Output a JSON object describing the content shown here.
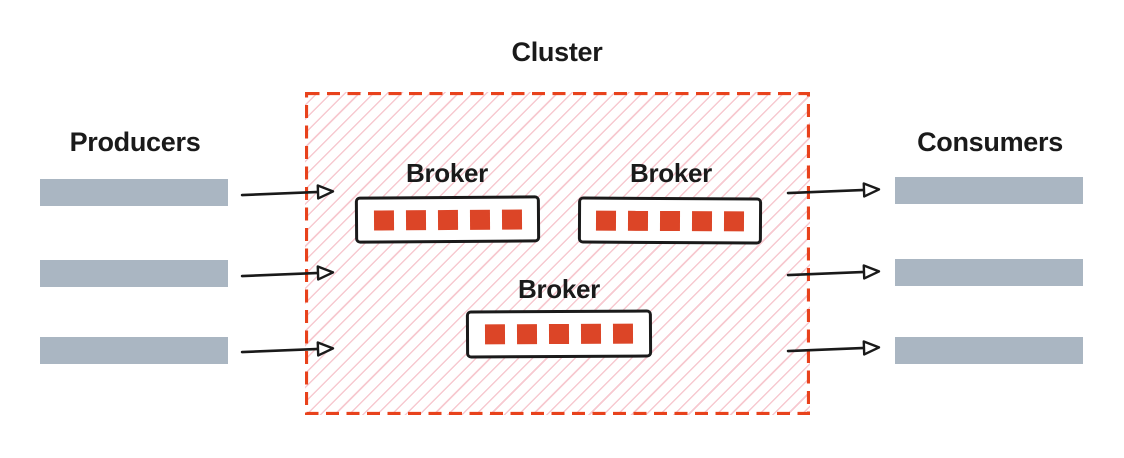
{
  "diagram_type": "kafka-cluster-architecture",
  "cluster": {
    "label": "Cluster"
  },
  "producers": {
    "label": "Producers",
    "count": 3
  },
  "consumers": {
    "label": "Consumers",
    "count": 3
  },
  "brokers": [
    {
      "label": "Broker",
      "partitions": 5
    },
    {
      "label": "Broker",
      "partitions": 5
    },
    {
      "label": "Broker",
      "partitions": 5
    }
  ],
  "flows": {
    "producer_arrows": 3,
    "consumer_arrows": 3,
    "direction": "left-to-right"
  },
  "colors": {
    "cluster_border": "#e8421c",
    "hatch_pink": "#f7c9d0",
    "partition_red": "#dc4527",
    "bar_gray": "#aab6c2",
    "ink": "#1a1a1a"
  }
}
